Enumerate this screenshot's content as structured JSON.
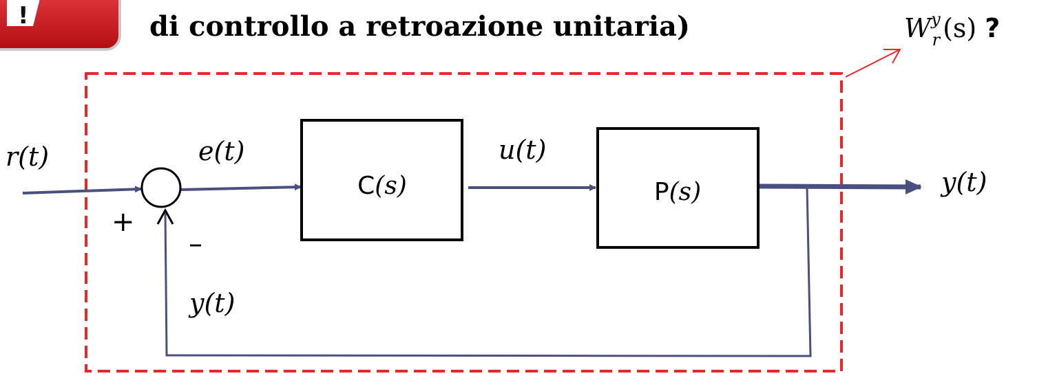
{
  "header": {
    "text": "di controllo a retroazione unitaria)"
  },
  "warning_icon": {
    "glyph": "!",
    "color": "#d9161c"
  },
  "transfer_function_label": {
    "base": "W",
    "superscript": "y",
    "subscript": "r",
    "argument": "(s)",
    "question_mark": "?"
  },
  "signals": {
    "reference": "r(t)",
    "error": "e(t)",
    "control": "u(t)",
    "output": "y(t)",
    "feedback": "y(t)"
  },
  "blocks": {
    "controller": {
      "name": "C",
      "argument": "(s)"
    },
    "plant": {
      "name": "P",
      "argument": "(s)"
    }
  },
  "summing_junction": {
    "plus_sign": "+",
    "minus_sign": "–"
  },
  "colors": {
    "signal_line": "#4a4f80",
    "boundary": "#e8262b",
    "pointer_arrow": "#e8262b",
    "block_border": "#000000"
  }
}
